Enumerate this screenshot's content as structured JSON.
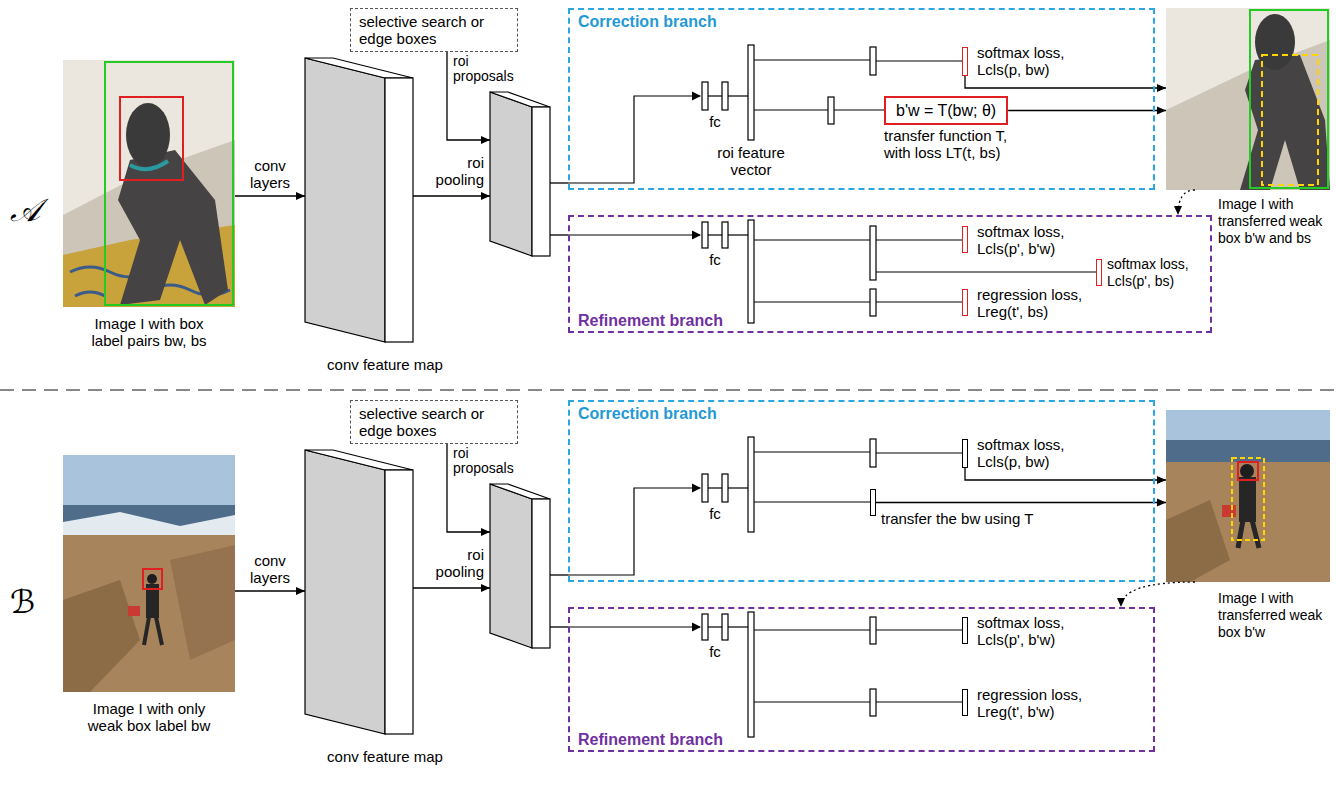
{
  "diagram": {
    "nodes": [
      {
        "text": [
          "Image I with box label pairs bw, bs"
        ]
      },
      {
        "text": [
          "conv feature map"
        ]
      },
      {
        "text": [
          "selective search or edge boxes"
        ]
      },
      {
        "text": [
          "roi pooling"
        ]
      },
      {
        "text": [
          "Correction branch"
        ]
      },
      {
        "text": [
          "softmax loss, Lcls(p, bw)"
        ],
        "in": 4
      },
      {
        "text": [
          "b'w = T(bw; θ)",
          "transfer function T, with loss LT(t, bs)"
        ],
        "in": 4
      },
      {
        "text": [
          "Image I with transferred weak box b'w and bs"
        ]
      },
      {
        "text": [
          "Refinement branch"
        ]
      },
      {
        "text": [
          "softmax loss, Lcls(p', b'w)"
        ],
        "in": 8
      },
      {
        "text": [
          "softmax loss, Lcls(p', bs)"
        ],
        "in": 8
      },
      {
        "text": [
          "regression loss, Lreg(t', bs)"
        ],
        "in": 8
      },
      {
        "text": [
          "Image I with only weak box label bw"
        ]
      },
      {
        "text": [
          "conv feature map"
        ]
      },
      {
        "text": [
          "selective search or edge boxes"
        ]
      },
      {
        "text": [
          "roi pooling"
        ]
      },
      {
        "text": [
          "Correction branch"
        ]
      },
      {
        "text": [
          "softmax loss, Lcls(p, bw)"
        ],
        "in": 16
      },
      {
        "text": [
          "transfer the bw using T"
        ],
        "in": 16
      },
      {
        "text": [
          "Image I with transferred weak box b'w"
        ]
      },
      {
        "text": [
          "Refinement branch"
        ]
      },
      {
        "text": [
          "softmax loss, Lcls(p', b'w)"
        ],
        "in": 20
      },
      {
        "text": [
          "regression loss, Lreg(t', b'w)"
        ],
        "in": 20
      }
    ],
    "edges": [
      {
        "from": 0,
        "to": 1,
        "label": "conv layers",
        "arrow": "to"
      },
      {
        "from": 1,
        "to": 3,
        "arrow": "to"
      },
      {
        "from": 2,
        "to": 3,
        "label": "roi proposals",
        "arrow": "to"
      },
      {
        "from": 3,
        "to": 4,
        "arrow": "none"
      },
      {
        "from": 3,
        "to": 8,
        "arrow": "none"
      },
      {
        "from": 5,
        "to": 7,
        "arrow": "to"
      },
      {
        "from": 6,
        "to": 7,
        "arrow": "to"
      },
      {
        "from": 7,
        "to": 8,
        "arrow": "to"
      },
      {
        "from": 12,
        "to": 13,
        "label": "conv layers",
        "arrow": "to"
      },
      {
        "from": 13,
        "to": 15,
        "arrow": "to"
      },
      {
        "from": 14,
        "to": 15,
        "label": "roi proposals",
        "arrow": "to"
      },
      {
        "from": 15,
        "to": 16,
        "arrow": "none"
      },
      {
        "from": 15,
        "to": 20,
        "arrow": "none"
      },
      {
        "from": 17,
        "to": 19,
        "arrow": "to"
      },
      {
        "from": 18,
        "to": 19,
        "arrow": "to"
      },
      {
        "from": 19,
        "to": 20,
        "arrow": "to"
      }
    ],
    "labels": [
      "𝒜",
      "fc",
      "roi feature vector",
      "fc",
      "ℬ",
      "fc",
      "fc"
    ]
  }
}
